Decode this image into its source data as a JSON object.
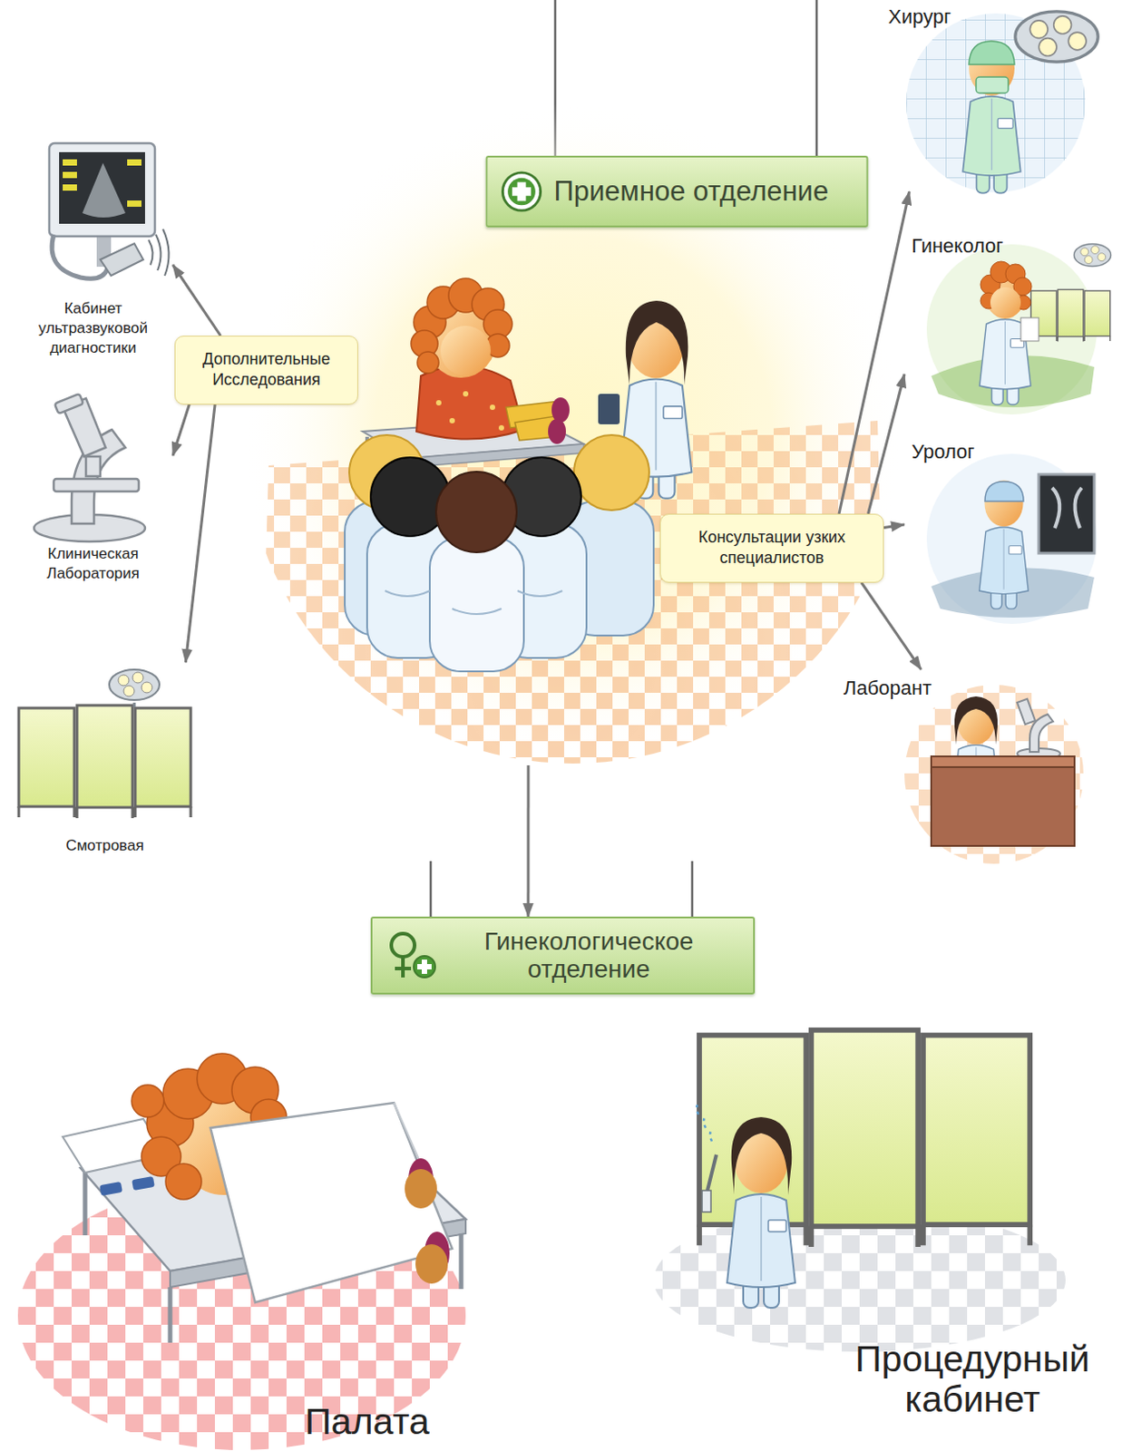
{
  "diagram": {
    "nodes": [
      {
        "text": [
          "Приемное отделение"
        ]
      },
      {
        "text": [
          "Дополнительные Исследования"
        ]
      },
      {
        "text": [
          "Кабинет ультразвуковой диагностики"
        ]
      },
      {
        "text": [
          "Клиническая Лаборатория"
        ]
      },
      {
        "text": [
          "Смотровая"
        ]
      },
      {
        "text": [
          "Консультации узких специалистов"
        ]
      },
      {
        "text": [
          "Хирург"
        ]
      },
      {
        "text": [
          "Гинеколог"
        ]
      },
      {
        "text": [
          "Уролог"
        ]
      },
      {
        "text": [
          "Лаборант"
        ]
      },
      {
        "text": [
          "Гинекологическое отделение"
        ]
      }
    ],
    "edges": [
      {
        "from": 1,
        "to": 2,
        "arrow": "to"
      },
      {
        "from": 1,
        "to": 3,
        "arrow": "to"
      },
      {
        "from": 1,
        "to": 4,
        "arrow": "to"
      },
      {
        "from": 5,
        "to": 6,
        "arrow": "to"
      },
      {
        "from": 5,
        "to": 7,
        "arrow": "to"
      },
      {
        "from": 5,
        "to": 8,
        "arrow": "to"
      },
      {
        "from": 5,
        "to": 9,
        "arrow": "to"
      },
      {
        "from": 0,
        "to": 10,
        "arrow": "to"
      }
    ],
    "labels": [
      "Палата",
      "Процедурный кабинет"
    ]
  }
}
